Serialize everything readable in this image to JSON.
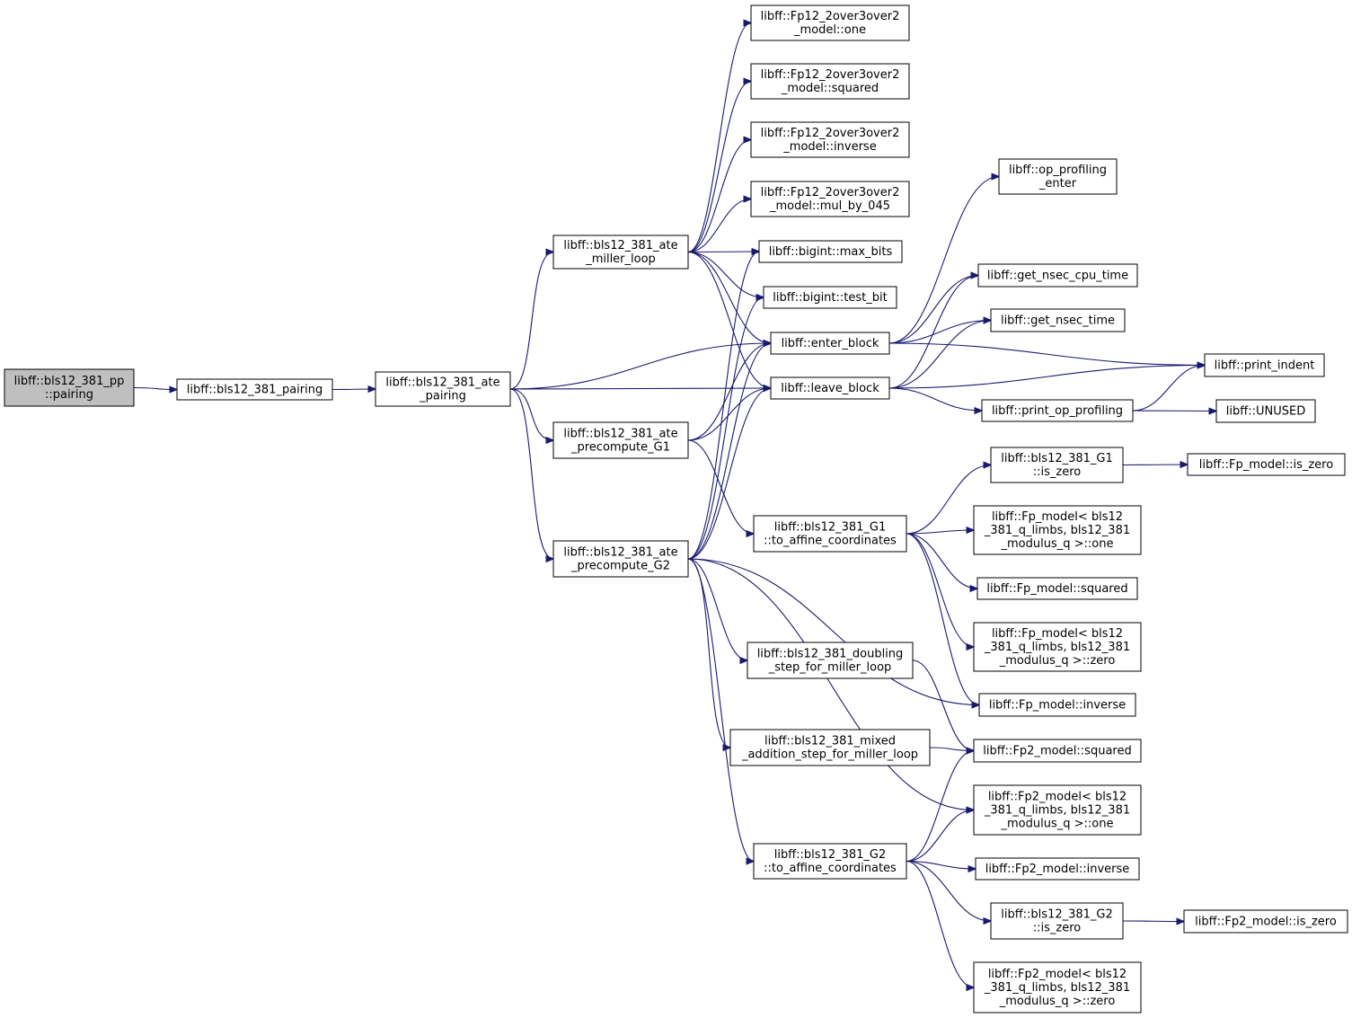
{
  "colors": {
    "edge": "#191970",
    "root_fill": "#bfbfbf",
    "node_fill": "#ffffff",
    "node_stroke": "#000000"
  },
  "nodes": [
    {
      "id": "pp_pairing",
      "lines": [
        "libff::bls12_381_pp",
        "::pairing"
      ]
    },
    {
      "id": "pairing",
      "lines": [
        "libff::bls12_381_pairing"
      ]
    },
    {
      "id": "ate_pairing",
      "lines": [
        "libff::bls12_381_ate",
        "_pairing"
      ]
    },
    {
      "id": "miller_loop",
      "lines": [
        "libff::bls12_381_ate",
        "_miller_loop"
      ]
    },
    {
      "id": "precompute_g1",
      "lines": [
        "libff::bls12_381_ate",
        "_precompute_G1"
      ]
    },
    {
      "id": "precompute_g2",
      "lines": [
        "libff::bls12_381_ate",
        "_precompute_G2"
      ]
    },
    {
      "id": "fp12_one",
      "lines": [
        "libff::Fp12_2over3over2",
        "_model::one"
      ]
    },
    {
      "id": "fp12_squared",
      "lines": [
        "libff::Fp12_2over3over2",
        "_model::squared"
      ]
    },
    {
      "id": "fp12_inverse",
      "lines": [
        "libff::Fp12_2over3over2",
        "_model::inverse"
      ]
    },
    {
      "id": "fp12_mul045",
      "lines": [
        "libff::Fp12_2over3over2",
        "_model::mul_by_045"
      ]
    },
    {
      "id": "max_bits",
      "lines": [
        "libff::bigint::max_bits"
      ]
    },
    {
      "id": "test_bit",
      "lines": [
        "libff::bigint::test_bit"
      ]
    },
    {
      "id": "enter_block",
      "lines": [
        "libff::enter_block"
      ]
    },
    {
      "id": "leave_block",
      "lines": [
        "libff::leave_block"
      ]
    },
    {
      "id": "g1_affine",
      "lines": [
        "libff::bls12_381_G1",
        "::to_affine_coordinates"
      ]
    },
    {
      "id": "doubling_step",
      "lines": [
        "libff::bls12_381_doubling",
        "_step_for_miller_loop"
      ]
    },
    {
      "id": "mixed_addition",
      "lines": [
        "libff::bls12_381_mixed",
        "_addition_step_for_miller_loop"
      ]
    },
    {
      "id": "g2_affine",
      "lines": [
        "libff::bls12_381_G2",
        "::to_affine_coordinates"
      ]
    },
    {
      "id": "op_profiling_enter",
      "lines": [
        "libff::op_profiling",
        "_enter"
      ]
    },
    {
      "id": "nsec_cpu_time",
      "lines": [
        "libff::get_nsec_cpu_time"
      ]
    },
    {
      "id": "nsec_time",
      "lines": [
        "libff::get_nsec_time"
      ]
    },
    {
      "id": "print_op_profiling",
      "lines": [
        "libff::print_op_profiling"
      ]
    },
    {
      "id": "g1_is_zero",
      "lines": [
        "libff::bls12_381_G1",
        "::is_zero"
      ]
    },
    {
      "id": "fp_one",
      "lines": [
        "libff::Fp_model< bls12",
        "_381_q_limbs, bls12_381",
        "_modulus_q >::one"
      ]
    },
    {
      "id": "fp_squared",
      "lines": [
        "libff::Fp_model::squared"
      ]
    },
    {
      "id": "fp_zero",
      "lines": [
        "libff::Fp_model< bls12",
        "_381_q_limbs, bls12_381",
        "_modulus_q >::zero"
      ]
    },
    {
      "id": "fp_inverse",
      "lines": [
        "libff::Fp_model::inverse"
      ]
    },
    {
      "id": "fp2_squared",
      "lines": [
        "libff::Fp2_model::squared"
      ]
    },
    {
      "id": "fp2_one",
      "lines": [
        "libff::Fp2_model< bls12",
        "_381_q_limbs, bls12_381",
        "_modulus_q >::one"
      ]
    },
    {
      "id": "fp2_inverse",
      "lines": [
        "libff::Fp2_model::inverse"
      ]
    },
    {
      "id": "g2_is_zero",
      "lines": [
        "libff::bls12_381_G2",
        "::is_zero"
      ]
    },
    {
      "id": "fp2_zero",
      "lines": [
        "libff::Fp2_model< bls12",
        "_381_q_limbs, bls12_381",
        "_modulus_q >::zero"
      ]
    },
    {
      "id": "print_indent",
      "lines": [
        "libff::print_indent"
      ]
    },
    {
      "id": "unused",
      "lines": [
        "libff::UNUSED"
      ]
    },
    {
      "id": "fp_is_zero",
      "lines": [
        "libff::Fp_model::is_zero"
      ]
    },
    {
      "id": "fp2_is_zero",
      "lines": [
        "libff::Fp2_model::is_zero"
      ]
    }
  ],
  "edges": [
    [
      "pp_pairing",
      "pairing"
    ],
    [
      "pairing",
      "ate_pairing"
    ],
    [
      "ate_pairing",
      "miller_loop"
    ],
    [
      "ate_pairing",
      "enter_block"
    ],
    [
      "ate_pairing",
      "leave_block"
    ],
    [
      "ate_pairing",
      "precompute_g1"
    ],
    [
      "ate_pairing",
      "precompute_g2"
    ],
    [
      "miller_loop",
      "fp12_one"
    ],
    [
      "miller_loop",
      "fp12_squared"
    ],
    [
      "miller_loop",
      "fp12_inverse"
    ],
    [
      "miller_loop",
      "fp12_mul045"
    ],
    [
      "miller_loop",
      "max_bits"
    ],
    [
      "miller_loop",
      "test_bit"
    ],
    [
      "miller_loop",
      "enter_block"
    ],
    [
      "miller_loop",
      "leave_block"
    ],
    [
      "precompute_g1",
      "enter_block"
    ],
    [
      "precompute_g1",
      "leave_block"
    ],
    [
      "precompute_g1",
      "g1_affine"
    ],
    [
      "precompute_g2",
      "max_bits"
    ],
    [
      "precompute_g2",
      "test_bit"
    ],
    [
      "precompute_g2",
      "enter_block"
    ],
    [
      "precompute_g2",
      "leave_block"
    ],
    [
      "precompute_g2",
      "fp_inverse"
    ],
    [
      "precompute_g2",
      "doubling_step"
    ],
    [
      "precompute_g2",
      "mixed_addition"
    ],
    [
      "precompute_g2",
      "fp2_one"
    ],
    [
      "precompute_g2",
      "g2_affine"
    ],
    [
      "enter_block",
      "op_profiling_enter"
    ],
    [
      "enter_block",
      "nsec_cpu_time"
    ],
    [
      "enter_block",
      "nsec_time"
    ],
    [
      "enter_block",
      "print_indent"
    ],
    [
      "leave_block",
      "nsec_cpu_time"
    ],
    [
      "leave_block",
      "nsec_time"
    ],
    [
      "leave_block",
      "print_indent"
    ],
    [
      "leave_block",
      "print_op_profiling"
    ],
    [
      "print_op_profiling",
      "print_indent"
    ],
    [
      "print_op_profiling",
      "unused"
    ],
    [
      "g1_affine",
      "g1_is_zero"
    ],
    [
      "g1_affine",
      "fp_one"
    ],
    [
      "g1_affine",
      "fp_squared"
    ],
    [
      "g1_affine",
      "fp_zero"
    ],
    [
      "g1_affine",
      "fp_inverse"
    ],
    [
      "g1_is_zero",
      "fp_is_zero"
    ],
    [
      "doubling_step",
      "fp2_squared"
    ],
    [
      "mixed_addition",
      "fp2_squared"
    ],
    [
      "g2_affine",
      "fp2_squared"
    ],
    [
      "g2_affine",
      "fp2_one"
    ],
    [
      "g2_affine",
      "fp2_inverse"
    ],
    [
      "g2_affine",
      "g2_is_zero"
    ],
    [
      "g2_affine",
      "fp2_zero"
    ],
    [
      "g2_is_zero",
      "fp2_is_zero"
    ]
  ]
}
